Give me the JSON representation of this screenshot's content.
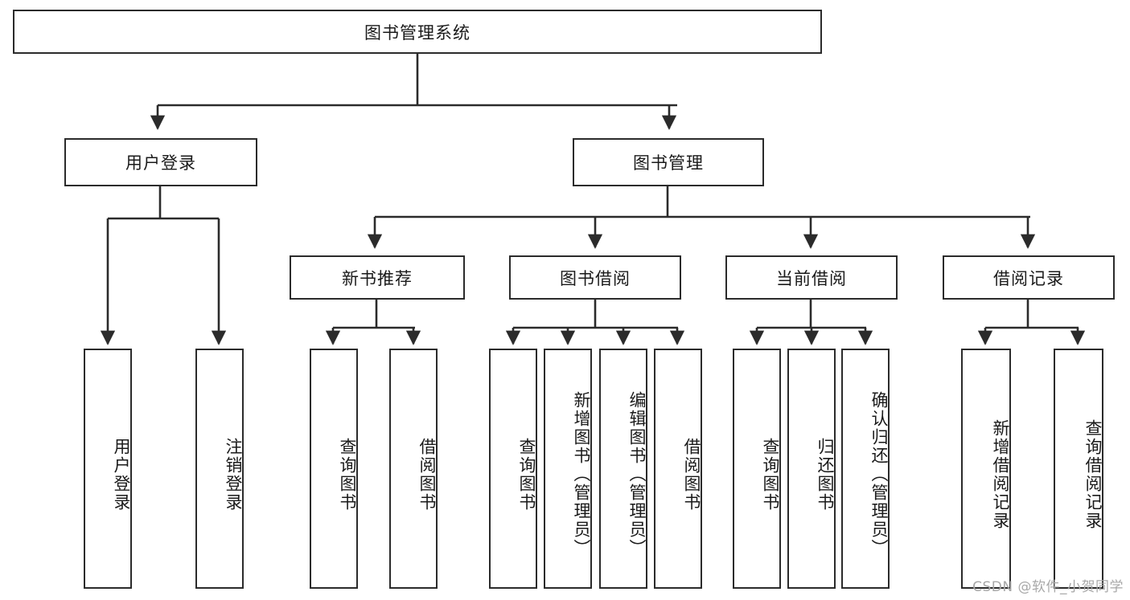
{
  "diagram": {
    "title": "图书管理系统",
    "type": "tree-structure-chart",
    "root": {
      "id": "root",
      "label": "图书管理系统"
    },
    "level2": [
      {
        "id": "user-login",
        "label": "用户登录"
      },
      {
        "id": "book-manage",
        "label": "图书管理"
      }
    ],
    "level3": [
      {
        "id": "new-book-recommend",
        "label": "新书推荐",
        "parent": "book-manage"
      },
      {
        "id": "book-borrow",
        "label": "图书借阅",
        "parent": "book-manage"
      },
      {
        "id": "current-borrow",
        "label": "当前借阅",
        "parent": "book-manage"
      },
      {
        "id": "borrow-record",
        "label": "借阅记录",
        "parent": "book-manage"
      }
    ],
    "leaves": [
      {
        "id": "leaf-user-login",
        "label": "用户登录",
        "parent": "user-login"
      },
      {
        "id": "leaf-logout-login",
        "label": "注销登录",
        "parent": "user-login"
      },
      {
        "id": "leaf-query-book-1",
        "label": "查询图书",
        "parent": "new-book-recommend"
      },
      {
        "id": "leaf-borrow-book-1",
        "label": "借阅图书",
        "parent": "new-book-recommend"
      },
      {
        "id": "leaf-query-book-2",
        "label": "查询图书",
        "parent": "book-borrow"
      },
      {
        "id": "leaf-add-book",
        "label": "新增图书（管理员）",
        "parent": "book-borrow"
      },
      {
        "id": "leaf-edit-book",
        "label": "编辑图书（管理员）",
        "parent": "book-borrow"
      },
      {
        "id": "leaf-borrow-book-2",
        "label": "借阅图书",
        "parent": "book-borrow"
      },
      {
        "id": "leaf-query-book-3",
        "label": "查询图书",
        "parent": "current-borrow"
      },
      {
        "id": "leaf-return-book",
        "label": "归还图书",
        "parent": "current-borrow"
      },
      {
        "id": "leaf-confirm-return",
        "label": "确认归还（管理员）",
        "parent": "current-borrow"
      },
      {
        "id": "leaf-add-record",
        "label": "新增借阅记录",
        "parent": "borrow-record"
      },
      {
        "id": "leaf-query-record",
        "label": "查询借阅记录",
        "parent": "borrow-record"
      }
    ],
    "colors": {
      "stroke": "#2b2b2b",
      "fill": "#ffffff",
      "text": "#1a1a1a",
      "watermark": "#a8a8a8"
    }
  },
  "watermark": {
    "text": "CSDN @软件_小贺同学"
  }
}
